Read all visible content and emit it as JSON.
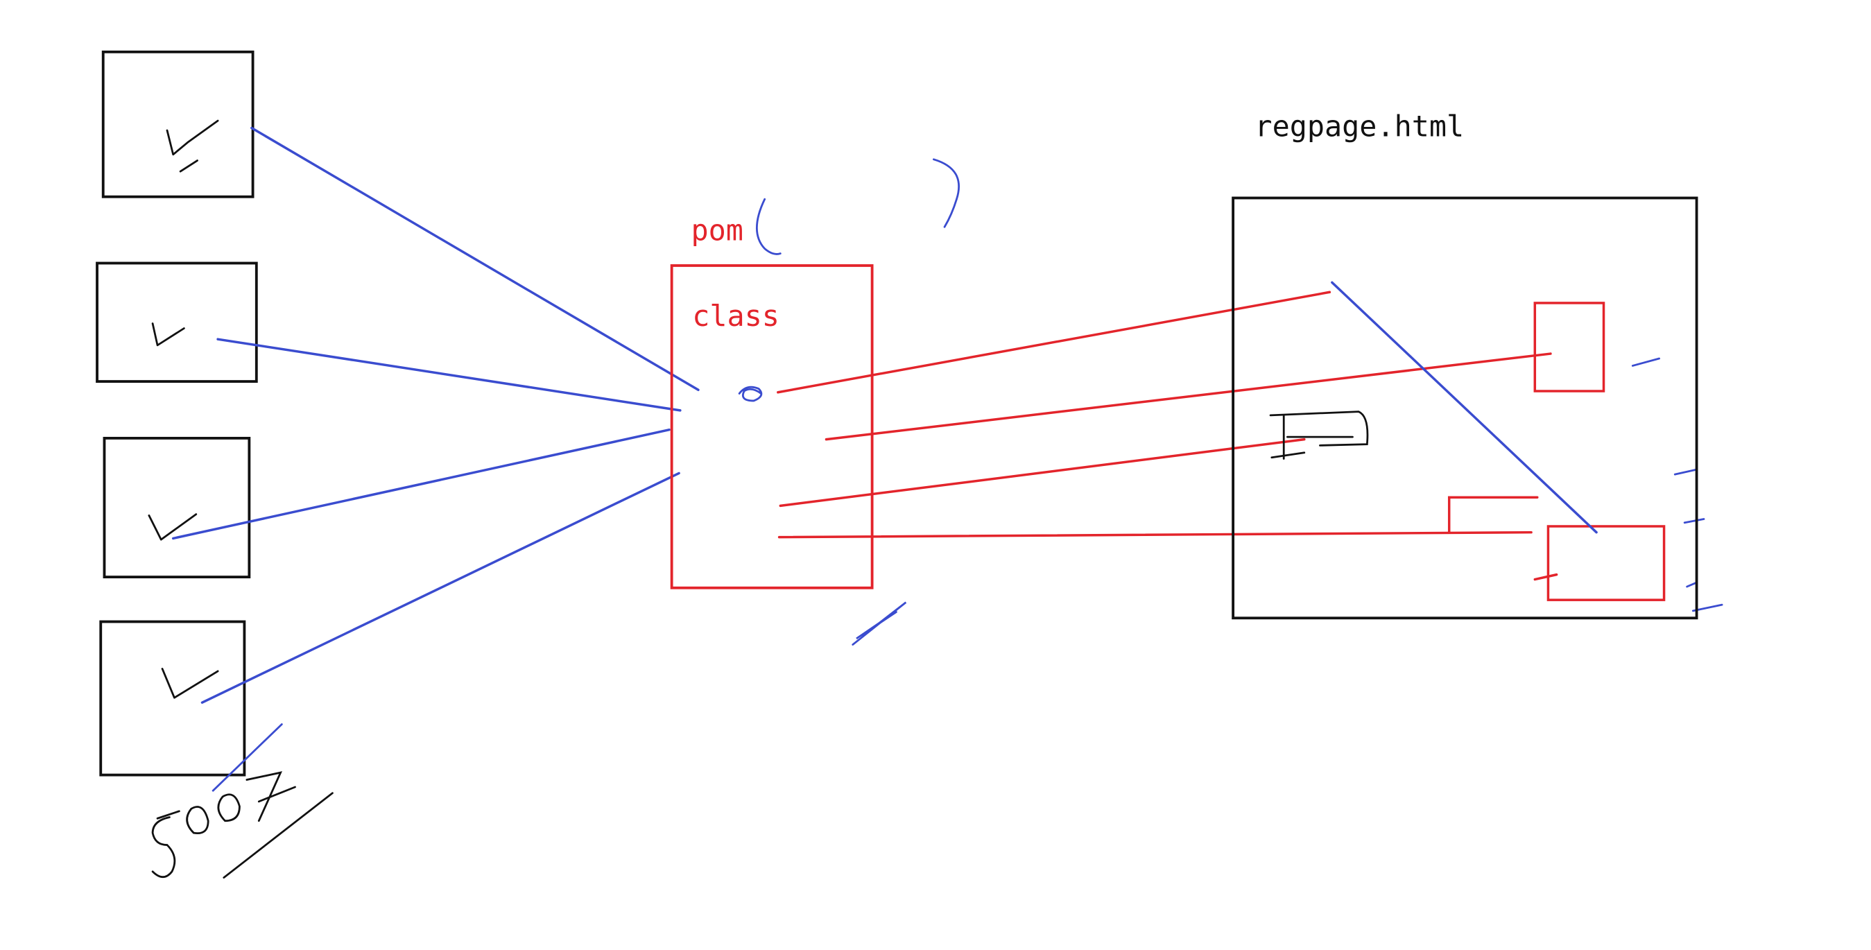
{
  "labels": {
    "page_file": "regpage.html",
    "pom": "pom",
    "class": "class",
    "handwritten_note": "5007"
  },
  "colors": {
    "black": "#111111",
    "red": "#e3242b",
    "blue": "#3a4ccf"
  },
  "left_boxes": [
    {
      "mark": "check"
    },
    {
      "mark": "check"
    },
    {
      "mark": "check"
    },
    {
      "mark": "check"
    }
  ]
}
